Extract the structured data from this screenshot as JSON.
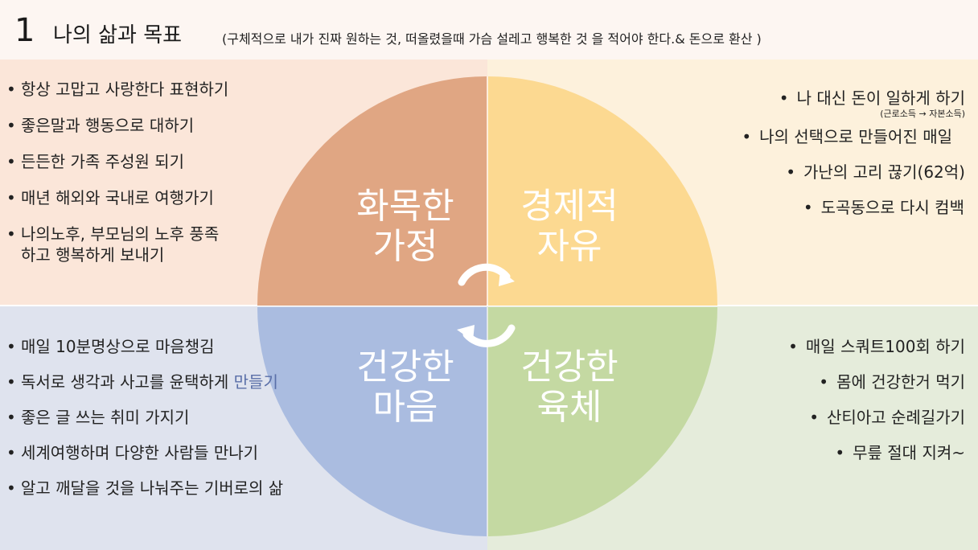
{
  "title": {
    "number": "1",
    "main": "나의 삶과 목표",
    "subtitle": "(구체적으로 내가 진짜 원하는 것, 떠올렸을때 가슴 설레고 행복한 것 을 적어야 한다.& 돈으로 환산 )"
  },
  "quadrants": {
    "top_left": {
      "label_line1": "화목한",
      "label_line2": "가정",
      "color": "#e0a683",
      "items": [
        "항상 고맙고 사랑한다 표현하기",
        "좋은말과 행동으로 대하기",
        "든든한 가족 주성원 되기",
        "매년 해외와 국내로 여행가기"
      ],
      "item5_line1": "나의노후, 부모님의 노후 풍족",
      "item5_line2": "하고 행복하게 보내기"
    },
    "top_right": {
      "label_line1": "경제적",
      "label_line2": "자유",
      "color": "#fcd991",
      "item1": "나 대신 돈이 일하게 하기",
      "item1_note": "(근로소득 → 자본소득)",
      "items": [
        "나의 선택으로 만들어진 매일",
        "가난의 고리 끊기(62억)",
        "도곡동으로 다시 컴백"
      ]
    },
    "bottom_left": {
      "label_line1": "건강한",
      "label_line2": "마음",
      "color": "#aabce0",
      "item1": "매일 10분명상으로 마음챙김",
      "item2_a": "독서로 생각과 사고를 윤택하게 ",
      "item2_b": "만들기",
      "items": [
        "좋은 글 쓰는 취미 가지기",
        "세계여행하며 다양한 사람들 만나기",
        "알고 깨달을 것을 나눠주는 기버로의 삶"
      ]
    },
    "bottom_right": {
      "label_line1": "건강한",
      "label_line2": "육체",
      "color": "#c4d9a2",
      "items": [
        "매일 스쿼트100회 하기",
        "몸에 건강한거 먹기",
        "산티아고 순례길가기",
        "무릎 절대 지켜~"
      ]
    }
  }
}
